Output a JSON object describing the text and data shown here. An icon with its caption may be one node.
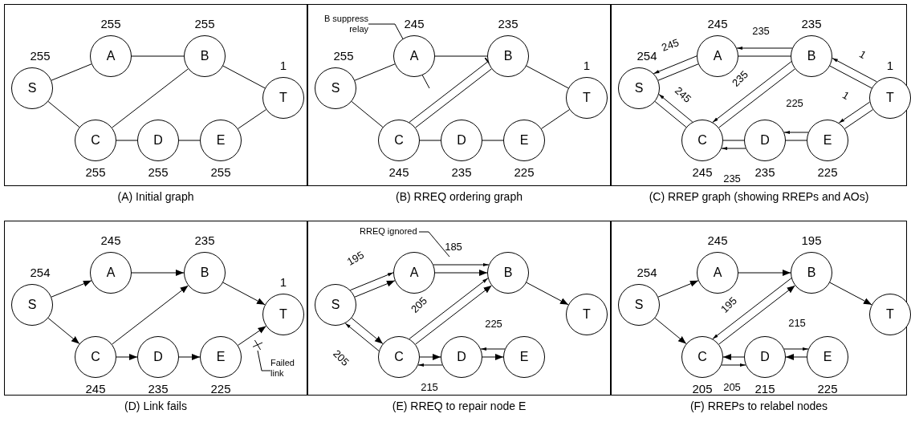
{
  "diagram": {
    "nodes": [
      {
        "text": [
          "(A) Initial graph"
        ]
      },
      {
        "text": [
          "S"
        ],
        "in": 0,
        "beside": [
          "255"
        ]
      },
      {
        "text": [
          "A"
        ],
        "in": 0,
        "beside": [
          "255"
        ]
      },
      {
        "text": [
          "B"
        ],
        "in": 0,
        "beside": [
          "255"
        ]
      },
      {
        "text": [
          "C"
        ],
        "in": 0,
        "beside": [
          "255"
        ]
      },
      {
        "text": [
          "D"
        ],
        "in": 0,
        "beside": [
          "255"
        ]
      },
      {
        "text": [
          "E"
        ],
        "in": 0,
        "beside": [
          "255"
        ]
      },
      {
        "text": [
          "T"
        ],
        "in": 0,
        "beside": [
          "1"
        ]
      },
      {
        "text": [
          "(B) RREQ ordering graph"
        ]
      },
      {
        "text": [
          "S"
        ],
        "in": 8,
        "beside": [
          "255"
        ]
      },
      {
        "text": [
          "A"
        ],
        "in": 8,
        "beside": [
          "245"
        ]
      },
      {
        "text": [
          "B"
        ],
        "in": 8,
        "beside": [
          "235"
        ]
      },
      {
        "text": [
          "C"
        ],
        "in": 8,
        "beside": [
          "245"
        ]
      },
      {
        "text": [
          "D"
        ],
        "in": 8,
        "beside": [
          "235"
        ]
      },
      {
        "text": [
          "E"
        ],
        "in": 8,
        "beside": [
          "225"
        ]
      },
      {
        "text": [
          "T"
        ],
        "in": 8,
        "beside": [
          "1"
        ]
      },
      {
        "text": [
          "B suppress relay"
        ],
        "in": 8
      },
      {
        "text": [
          "(C) RREP graph (showing RREPs and AOs)"
        ]
      },
      {
        "text": [
          "S"
        ],
        "in": 17,
        "beside": [
          "254"
        ]
      },
      {
        "text": [
          "A"
        ],
        "in": 17,
        "beside": [
          "245"
        ]
      },
      {
        "text": [
          "B"
        ],
        "in": 17,
        "beside": [
          "235"
        ]
      },
      {
        "text": [
          "C"
        ],
        "in": 17,
        "beside": [
          "245"
        ]
      },
      {
        "text": [
          "D"
        ],
        "in": 17,
        "beside": [
          "235"
        ]
      },
      {
        "text": [
          "E"
        ],
        "in": 17,
        "beside": [
          "225"
        ]
      },
      {
        "text": [
          "T"
        ],
        "in": 17,
        "beside": [
          "1"
        ]
      },
      {
        "text": [
          "(D) Link fails"
        ]
      },
      {
        "text": [
          "S"
        ],
        "in": 25,
        "beside": [
          "254"
        ]
      },
      {
        "text": [
          "A"
        ],
        "in": 25,
        "beside": [
          "245"
        ]
      },
      {
        "text": [
          "B"
        ],
        "in": 25,
        "beside": [
          "235"
        ]
      },
      {
        "text": [
          "C"
        ],
        "in": 25,
        "beside": [
          "245"
        ]
      },
      {
        "text": [
          "D"
        ],
        "in": 25,
        "beside": [
          "235"
        ]
      },
      {
        "text": [
          "E"
        ],
        "in": 25,
        "beside": [
          "225"
        ]
      },
      {
        "text": [
          "T"
        ],
        "in": 25,
        "beside": [
          "1"
        ]
      },
      {
        "text": [
          "Failed link"
        ],
        "in": 25
      },
      {
        "text": [
          "(E) RREQ to repair node E"
        ]
      },
      {
        "text": [
          "S"
        ],
        "in": 34
      },
      {
        "text": [
          "A"
        ],
        "in": 34
      },
      {
        "text": [
          "B"
        ],
        "in": 34
      },
      {
        "text": [
          "C"
        ],
        "in": 34
      },
      {
        "text": [
          "D"
        ],
        "in": 34
      },
      {
        "text": [
          "E"
        ],
        "in": 34
      },
      {
        "text": [
          "T"
        ],
        "in": 34
      },
      {
        "text": [
          "RREQ ignored"
        ],
        "in": 34
      },
      {
        "text": [
          "(F) RREPs to relabel nodes"
        ]
      },
      {
        "text": [
          "S"
        ],
        "in": 43,
        "beside": [
          "254"
        ]
      },
      {
        "text": [
          "A"
        ],
        "in": 43,
        "beside": [
          "245"
        ]
      },
      {
        "text": [
          "B"
        ],
        "in": 43,
        "beside": [
          "195"
        ]
      },
      {
        "text": [
          "C"
        ],
        "in": 43,
        "beside": [
          "205"
        ]
      },
      {
        "text": [
          "D"
        ],
        "in": 43,
        "beside": [
          "215"
        ]
      },
      {
        "text": [
          "E"
        ],
        "in": 43,
        "beside": [
          "225"
        ]
      },
      {
        "text": [
          "T"
        ],
        "in": 43
      },
      {
        "text": [],
        "shape": "cross",
        "in": 25
      }
    ],
    "edges": [
      {
        "from": 1,
        "to": 2,
        "arrow": "none"
      },
      {
        "from": 1,
        "to": 4,
        "arrow": "none"
      },
      {
        "from": 2,
        "to": 3,
        "arrow": "none"
      },
      {
        "from": 4,
        "to": 3,
        "arrow": "none"
      },
      {
        "from": 3,
        "to": 7,
        "arrow": "none"
      },
      {
        "from": 4,
        "to": 5,
        "arrow": "none"
      },
      {
        "from": 5,
        "to": 6,
        "arrow": "none"
      },
      {
        "from": 6,
        "to": 7,
        "arrow": "none"
      },
      {
        "from": 9,
        "to": 10,
        "arrow": "none"
      },
      {
        "from": 9,
        "to": 12,
        "arrow": "none"
      },
      {
        "from": 10,
        "to": 11,
        "arrow": "none"
      },
      {
        "from": 12,
        "to": 11,
        "arrow": "none"
      },
      {
        "from": 11,
        "to": 15,
        "arrow": "none"
      },
      {
        "from": 12,
        "to": 13,
        "arrow": "none"
      },
      {
        "from": 13,
        "to": 14,
        "arrow": "none"
      },
      {
        "from": 14,
        "to": 15,
        "arrow": "none"
      },
      {
        "from": 12,
        "to": 11,
        "arrow": "other"
      },
      {
        "from": 16,
        "to": null,
        "arrow": "none"
      },
      {
        "from": 18,
        "to": 19,
        "arrow": "none"
      },
      {
        "from": 18,
        "to": 21,
        "arrow": "none"
      },
      {
        "from": 19,
        "to": 20,
        "arrow": "none"
      },
      {
        "from": 21,
        "to": 20,
        "arrow": "none"
      },
      {
        "from": 20,
        "to": 24,
        "arrow": "none"
      },
      {
        "from": 21,
        "to": 22,
        "arrow": "none"
      },
      {
        "from": 22,
        "to": 23,
        "arrow": "none"
      },
      {
        "from": 23,
        "to": 24,
        "arrow": "none"
      },
      {
        "from": 20,
        "to": 19,
        "arrow": "to",
        "label": "235"
      },
      {
        "from": 19,
        "to": 18,
        "arrow": "to",
        "label": "245"
      },
      {
        "from": 20,
        "to": 21,
        "arrow": "to",
        "label": "235"
      },
      {
        "from": 21,
        "to": 18,
        "arrow": "to",
        "label": "245"
      },
      {
        "from": 24,
        "to": 20,
        "arrow": "to",
        "label": "1"
      },
      {
        "from": 23,
        "to": 22,
        "arrow": "to",
        "label": "225"
      },
      {
        "from": 24,
        "to": 23,
        "arrow": "to",
        "label": "1"
      },
      {
        "from": 22,
        "to": 21,
        "arrow": "to",
        "label": "235"
      },
      {
        "from": 26,
        "to": 27,
        "arrow": "to"
      },
      {
        "from": 26,
        "to": 29,
        "arrow": "to"
      },
      {
        "from": 27,
        "to": 28,
        "arrow": "to"
      },
      {
        "from": 29,
        "to": 28,
        "arrow": "to"
      },
      {
        "from": 28,
        "to": 32,
        "arrow": "to"
      },
      {
        "from": 29,
        "to": 30,
        "arrow": "to"
      },
      {
        "from": 30,
        "to": 31,
        "arrow": "to"
      },
      {
        "from": 31,
        "to": 32,
        "arrow": "to"
      },
      {
        "from": 33,
        "to": 51,
        "arrow": "none"
      },
      {
        "from": 35,
        "to": 36,
        "arrow": "to"
      },
      {
        "from": 35,
        "to": 38,
        "arrow": "to"
      },
      {
        "from": 36,
        "to": 37,
        "arrow": "to"
      },
      {
        "from": 38,
        "to": 37,
        "arrow": "to"
      },
      {
        "from": 37,
        "to": 41,
        "arrow": "to"
      },
      {
        "from": 38,
        "to": 39,
        "arrow": "to"
      },
      {
        "from": 39,
        "to": 40,
        "arrow": "to"
      },
      {
        "from": 36,
        "to": 37,
        "arrow": "to",
        "label": "185"
      },
      {
        "from": 35,
        "to": 36,
        "arrow": "to",
        "label": "195"
      },
      {
        "from": 38,
        "to": 37,
        "arrow": "to",
        "label": "205"
      },
      {
        "from": 40,
        "to": 39,
        "arrow": "to",
        "label": "225"
      },
      {
        "from": 38,
        "to": 35,
        "arrow": "to",
        "label": "205"
      },
      {
        "from": 39,
        "to": 38,
        "arrow": "to",
        "label": "215"
      },
      {
        "from": 42,
        "to": null,
        "arrow": "none"
      },
      {
        "from": 44,
        "to": 45,
        "arrow": "to"
      },
      {
        "from": 44,
        "to": 47,
        "arrow": "to"
      },
      {
        "from": 45,
        "to": 46,
        "arrow": "to"
      },
      {
        "from": 47,
        "to": 46,
        "arrow": "to"
      },
      {
        "from": 46,
        "to": 50,
        "arrow": "to"
      },
      {
        "from": 48,
        "to": 47,
        "arrow": "to"
      },
      {
        "from": 49,
        "to": 48,
        "arrow": "to"
      },
      {
        "from": 46,
        "to": 47,
        "arrow": "to",
        "label": "195"
      },
      {
        "from": 48,
        "to": 49,
        "arrow": "to",
        "label": "215"
      },
      {
        "from": 47,
        "to": 48,
        "arrow": "to",
        "label": "205"
      }
    ]
  }
}
